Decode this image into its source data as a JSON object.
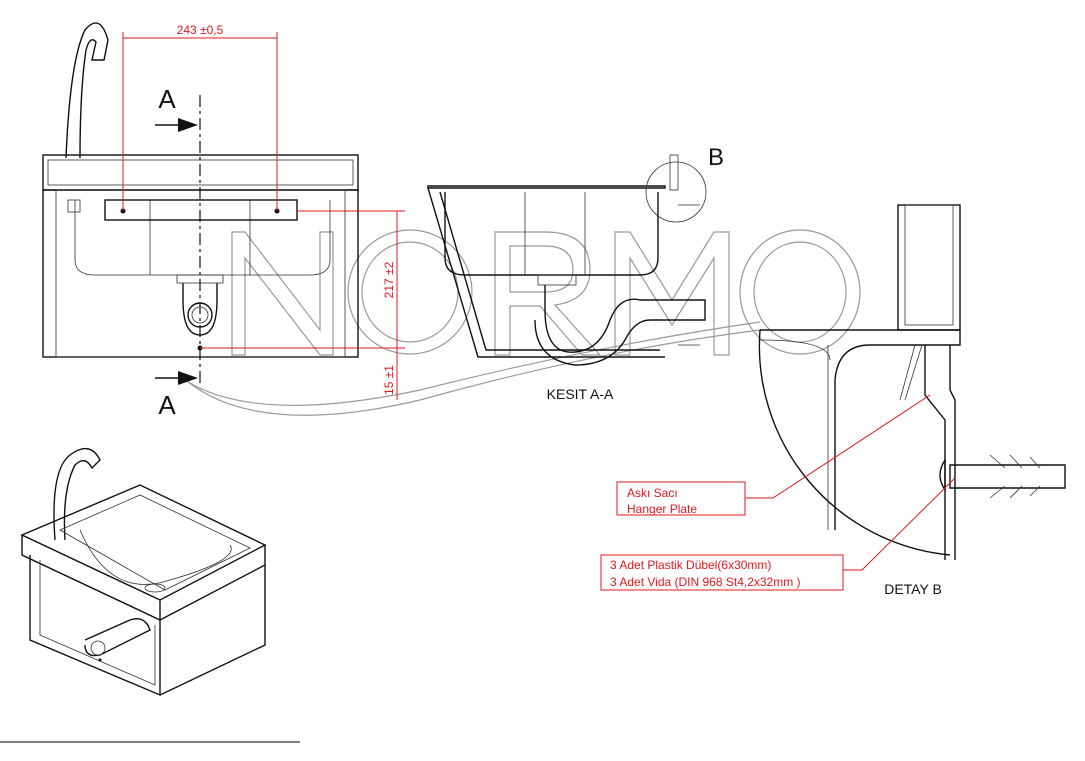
{
  "watermark": "NORMO",
  "front_view": {
    "width_dimension": "243 ±0,5",
    "height_dimension": "217 ±2",
    "bottom_dimension": "15 ±1",
    "section_label_top": "A",
    "section_label_bottom": "A"
  },
  "section_view": {
    "title": "KESIT A-A",
    "detail_callout": "B"
  },
  "detail_view": {
    "title": "DETAY B",
    "hanger_label_line1": "Askı Sacı",
    "hanger_label_line2": "Hanger Plate",
    "fastener_line1": "3 Adet Plastik Dübel(6x30mm)",
    "fastener_line2": "3 Adet Vida (DIN 968 St4,2x32mm )"
  },
  "colors": {
    "dimension": "#e0191e",
    "line": "#111111",
    "watermark": "#999999"
  }
}
